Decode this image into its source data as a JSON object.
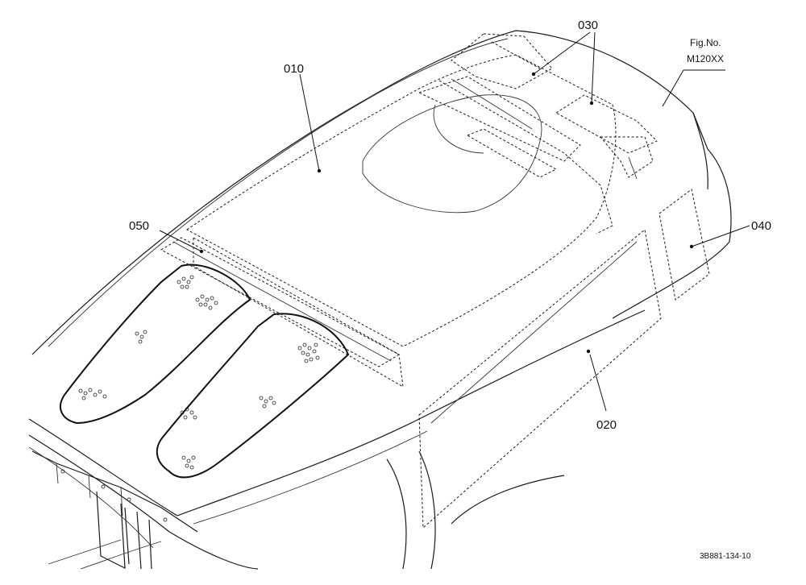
{
  "figure": {
    "fig_label": "Fig.No.",
    "fig_number": "M120XX",
    "drawing_code": "3B881-134-10"
  },
  "callouts": [
    {
      "id": "010",
      "text": "010"
    },
    {
      "id": "020",
      "text": "020"
    },
    {
      "id": "030",
      "text": "030"
    },
    {
      "id": "040",
      "text": "040"
    },
    {
      "id": "050",
      "text": "050"
    }
  ]
}
